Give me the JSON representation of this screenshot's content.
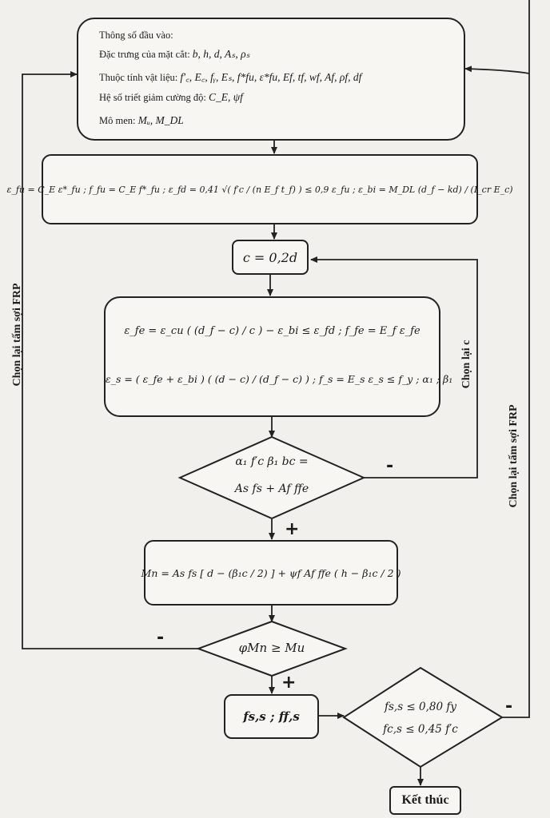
{
  "inputs": {
    "line1": "Thông số đầu vào:",
    "line2_text": "Đặc trưng của mặt cắt:",
    "line2_math": "b, h, d, Aₛ, ρₛ",
    "line3_text": "Thuộc tính vật liệu:",
    "line3_math": "f′꜀, E꜀, fᵧ, Eₛ, f*fu, ε*fu, Ef, tf, wf, Af, ρf, df",
    "line4_text": "Hệ số triết giảm cường độ:",
    "line4_math": "C_E, ψf",
    "line5_text": "Mô men:",
    "line5_math": "Mᵤ, M_DL"
  },
  "formulas": {
    "step1": "ε_fu = C_E ε*_fu ;  f_fu = C_E f*_fu ;  ε_fd = 0,41 √( f′c / (n E_f t_f) ) ≤ 0,9 ε_fu ;  ε_bi = M_DL (d_f − kd) / (I_cr E_c)",
    "step2": "c = 0,2d",
    "step3a": "ε_fe = ε_cu ( (d_f − c) / c ) − ε_bi ≤ ε_fd ;  f_fe = E_f ε_fe",
    "step3b": "ε_s = ( ε_fe + ε_bi ) ( (d − c) / (d_f − c) ) ;  f_s = E_s ε_s ≤ f_y ;  α₁ ;  β₁",
    "decision1_a": "α₁ f′c β₁ bc =",
    "decision1_b": "As fs + Af ffe",
    "step4": "Mn = As fs [ d − (β₁c / 2) ] + ψf Af ffe ( h − β₁c / 2 )",
    "decision2": "φMn ≥ Mu",
    "step5": "fs,s ; ff,s",
    "decision3_a": "fs,s ≤ 0,80 fy",
    "decision3_b": "fc,s ≤ 0,45 f′c",
    "end": "Kết thúc"
  },
  "labels": {
    "left_loop": "Chọn lại tấm sợi FRP",
    "chon_c": "Chọn lại c",
    "right_loop": "Chọn lại tấm sợi FRP",
    "minus": "-",
    "plus": "+"
  }
}
